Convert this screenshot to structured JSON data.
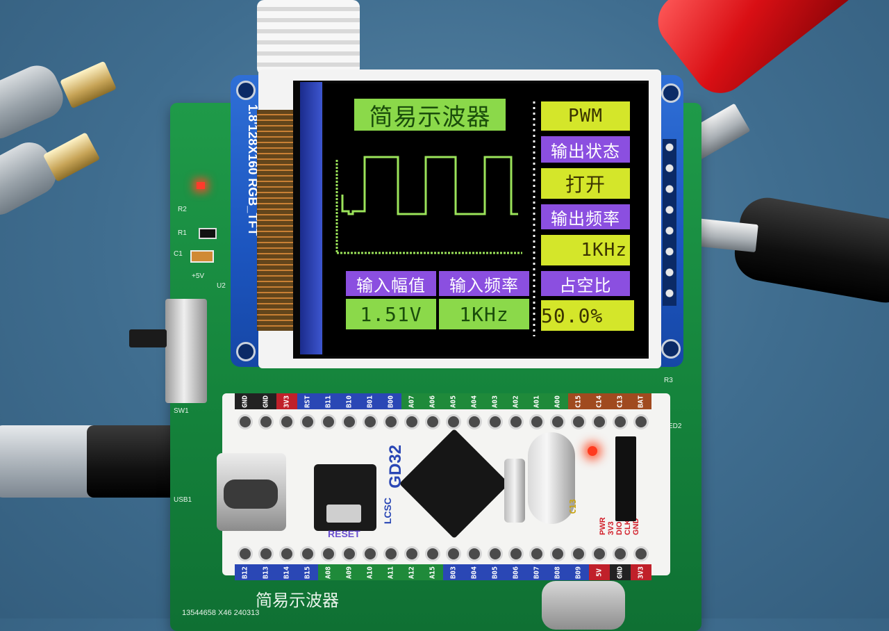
{
  "screen": {
    "title": "简易示波器",
    "mode": "PWM",
    "output_state_label": "输出状态",
    "output_state_value": "打开",
    "output_freq_label": "输出频率",
    "output_freq_value": "1KHz",
    "input_amp_label": "输入幅值",
    "input_freq_label": "输入频率",
    "duty_label": "占空比",
    "input_amp_value": "1.51V",
    "input_freq_value": "1KHz",
    "duty_value": "50.0%",
    "colors": {
      "green": "#8bd94a",
      "yellow": "#d4e62a",
      "purple": "#8b4fe0",
      "trace": "#9be35a"
    }
  },
  "tft_module": {
    "label": "1.8'128X160 RGB_TFT"
  },
  "mcu_board": {
    "brand": "GD32",
    "logo": "LCSC",
    "reset_label": "RESET",
    "chip_label": "C13",
    "right_labels": [
      "PWR",
      "3V3",
      "DIO",
      "CLK",
      "GND"
    ],
    "top_pins": [
      {
        "t": "GND",
        "c": "#222222"
      },
      {
        "t": "GND",
        "c": "#222222"
      },
      {
        "t": "3V3",
        "c": "#c0202a"
      },
      {
        "t": "RST",
        "c": "#2a47b5"
      },
      {
        "t": "B11",
        "c": "#2a47b5"
      },
      {
        "t": "B10",
        "c": "#2a47b5"
      },
      {
        "t": "B01",
        "c": "#2a47b5"
      },
      {
        "t": "B00",
        "c": "#2a47b5"
      },
      {
        "t": "A07",
        "c": "#1f8a3a"
      },
      {
        "t": "A06",
        "c": "#1f8a3a"
      },
      {
        "t": "A05",
        "c": "#1f8a3a"
      },
      {
        "t": "A04",
        "c": "#1f8a3a"
      },
      {
        "t": "A03",
        "c": "#1f8a3a"
      },
      {
        "t": "A02",
        "c": "#1f8a3a"
      },
      {
        "t": "A01",
        "c": "#1f8a3a"
      },
      {
        "t": "A00",
        "c": "#1f8a3a"
      },
      {
        "t": "C15",
        "c": "#a04a1f"
      },
      {
        "t": "C14",
        "c": "#a04a1f"
      },
      {
        "t": "C13",
        "c": "#a04a1f"
      },
      {
        "t": "BAT",
        "c": "#a04a1f"
      }
    ],
    "bottom_pins": [
      {
        "t": "B12",
        "c": "#2a47b5"
      },
      {
        "t": "B13",
        "c": "#2a47b5"
      },
      {
        "t": "B14",
        "c": "#2a47b5"
      },
      {
        "t": "B15",
        "c": "#2a47b5"
      },
      {
        "t": "A08",
        "c": "#1f8a3a"
      },
      {
        "t": "A09",
        "c": "#1f8a3a"
      },
      {
        "t": "A10",
        "c": "#1f8a3a"
      },
      {
        "t": "A11",
        "c": "#1f8a3a"
      },
      {
        "t": "A12",
        "c": "#1f8a3a"
      },
      {
        "t": "A15",
        "c": "#1f8a3a"
      },
      {
        "t": "B03",
        "c": "#2a47b5"
      },
      {
        "t": "B04",
        "c": "#2a47b5"
      },
      {
        "t": "B05",
        "c": "#2a47b5"
      },
      {
        "t": "B06",
        "c": "#2a47b5"
      },
      {
        "t": "B07",
        "c": "#2a47b5"
      },
      {
        "t": "B08",
        "c": "#2a47b5"
      },
      {
        "t": "B09",
        "c": "#2a47b5"
      },
      {
        "t": "5V",
        "c": "#c0202a"
      },
      {
        "t": "GND",
        "c": "#222222"
      },
      {
        "t": "3V3",
        "c": "#c0202a"
      }
    ]
  },
  "main_pcb": {
    "silk_title": "简易示波器",
    "silk_serial": "13544658 X46 240313",
    "ref_sw1": "SW1",
    "ref_usb1": "USB1",
    "ref_u2": "U2",
    "ref_r1": "R1",
    "ref_r2": "R2",
    "ref_c1": "C1",
    "ref_r3": "R3",
    "ref_led2": "ED2",
    "ref_5v": "+5V"
  }
}
